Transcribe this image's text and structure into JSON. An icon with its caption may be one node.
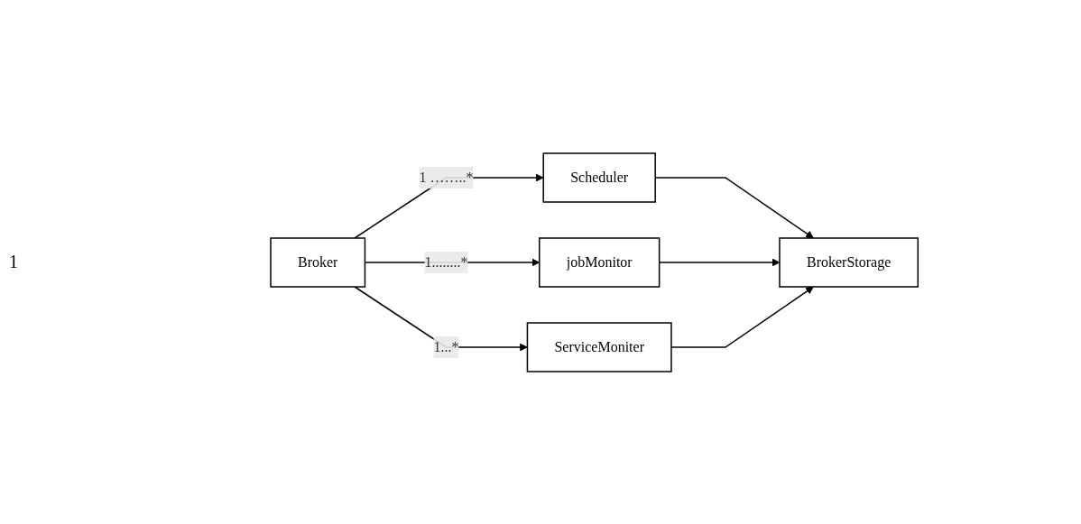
{
  "diagram": {
    "nodes": [
      {
        "text": [
          "Broker"
        ]
      },
      {
        "text": [
          "Scheduler"
        ]
      },
      {
        "text": [
          "jobMonitor"
        ]
      },
      {
        "text": [
          "ServiceMoniter"
        ]
      },
      {
        "text": [
          "BrokerStorage"
        ]
      }
    ],
    "edges": [
      {
        "from": 0,
        "to": 1,
        "arrow": "to",
        "label": "1 ……..*"
      },
      {
        "from": 0,
        "to": 2,
        "arrow": "to",
        "label": "1........*"
      },
      {
        "from": 0,
        "to": 3,
        "arrow": "to",
        "label": "1...*"
      },
      {
        "from": 1,
        "to": 4,
        "arrow": "to"
      },
      {
        "from": 2,
        "to": 4,
        "arrow": "to"
      },
      {
        "from": 3,
        "to": 4,
        "arrow": "to"
      }
    ],
    "labels": [
      "1"
    ]
  }
}
